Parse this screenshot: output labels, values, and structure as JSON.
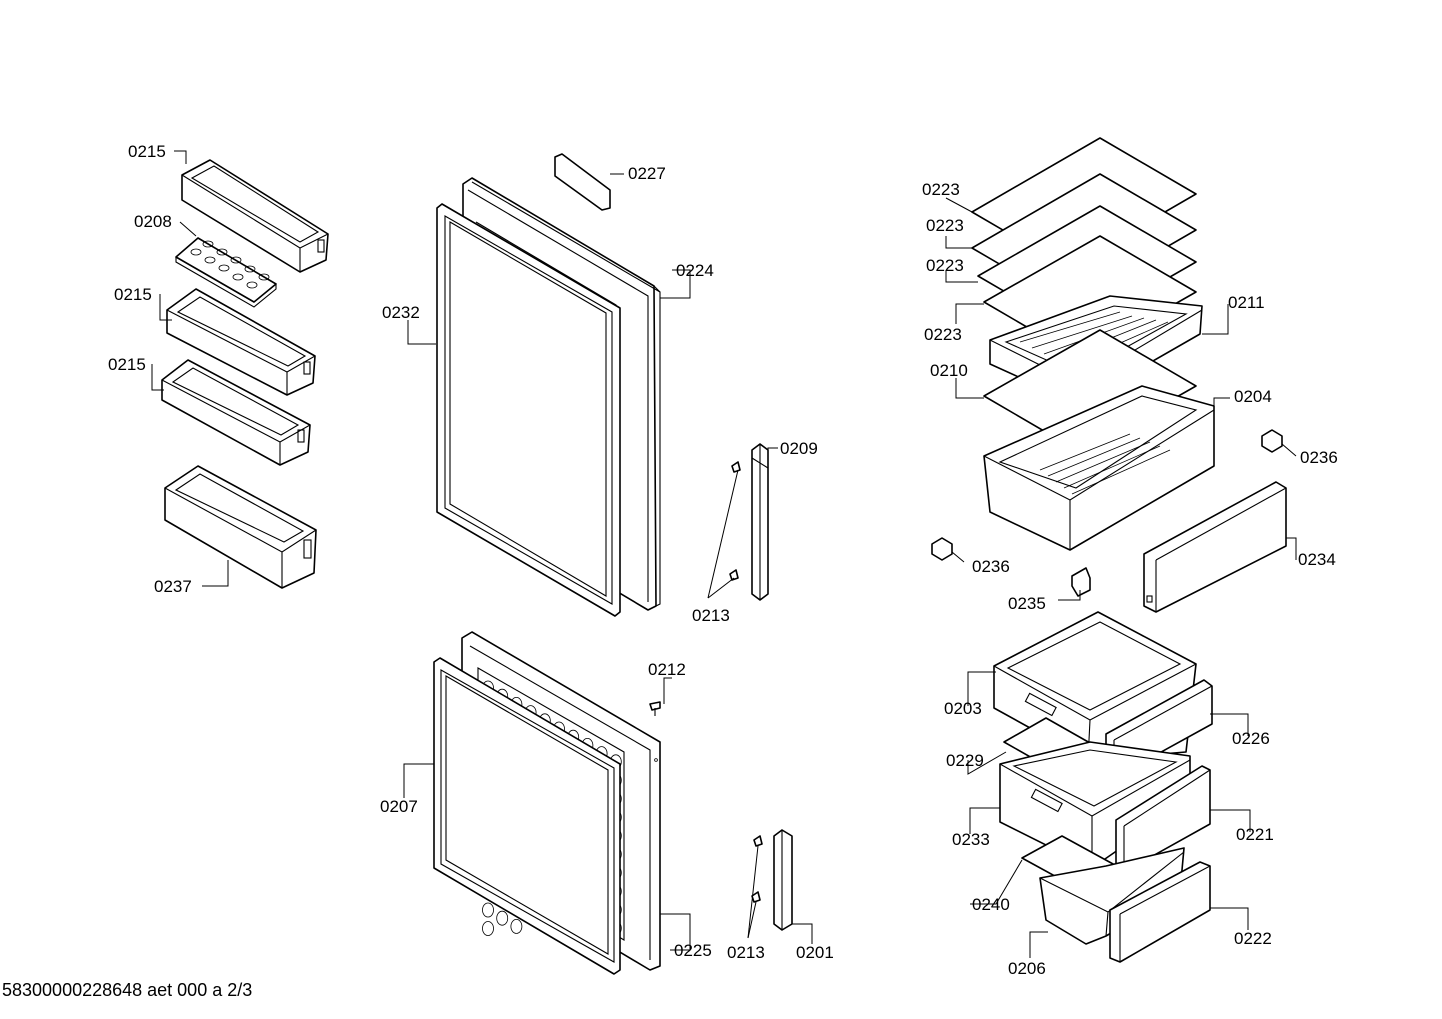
{
  "footer": {
    "doc_ref": "58300000228648 aet 000 a 2/3"
  },
  "labels": {
    "door_shelf_top": "0215",
    "egg_tray": "0208",
    "door_shelf_mid": "0215",
    "door_shelf_low": "0215",
    "bottle_shelf": "0237",
    "door_seal_upper": "0232",
    "label_plate": "0227",
    "door_upper": "0224",
    "hinge_cover_upper": "0209",
    "screws_upper": "0213",
    "screw_single": "0212",
    "door_seal_lower": "0207",
    "door_lower": "0225",
    "screws_lower": "0213",
    "hinge_cover_lower": "0201",
    "glass_1": "0223",
    "glass_2": "0223",
    "glass_3": "0223",
    "glass_4": "0223",
    "tray": "0211",
    "glass_5": "0210",
    "crisper": "0204",
    "clip_right": "0236",
    "clip_left": "0236",
    "crisper_front": "0234",
    "slider": "0235",
    "drawer_1": "0203",
    "drawer_1_front": "0226",
    "drawer_1_plate": "0229",
    "drawer_2": "0233",
    "drawer_2_front": "0221",
    "drawer_2_plate": "0240",
    "drawer_3": "0206",
    "drawer_3_front": "0222"
  }
}
